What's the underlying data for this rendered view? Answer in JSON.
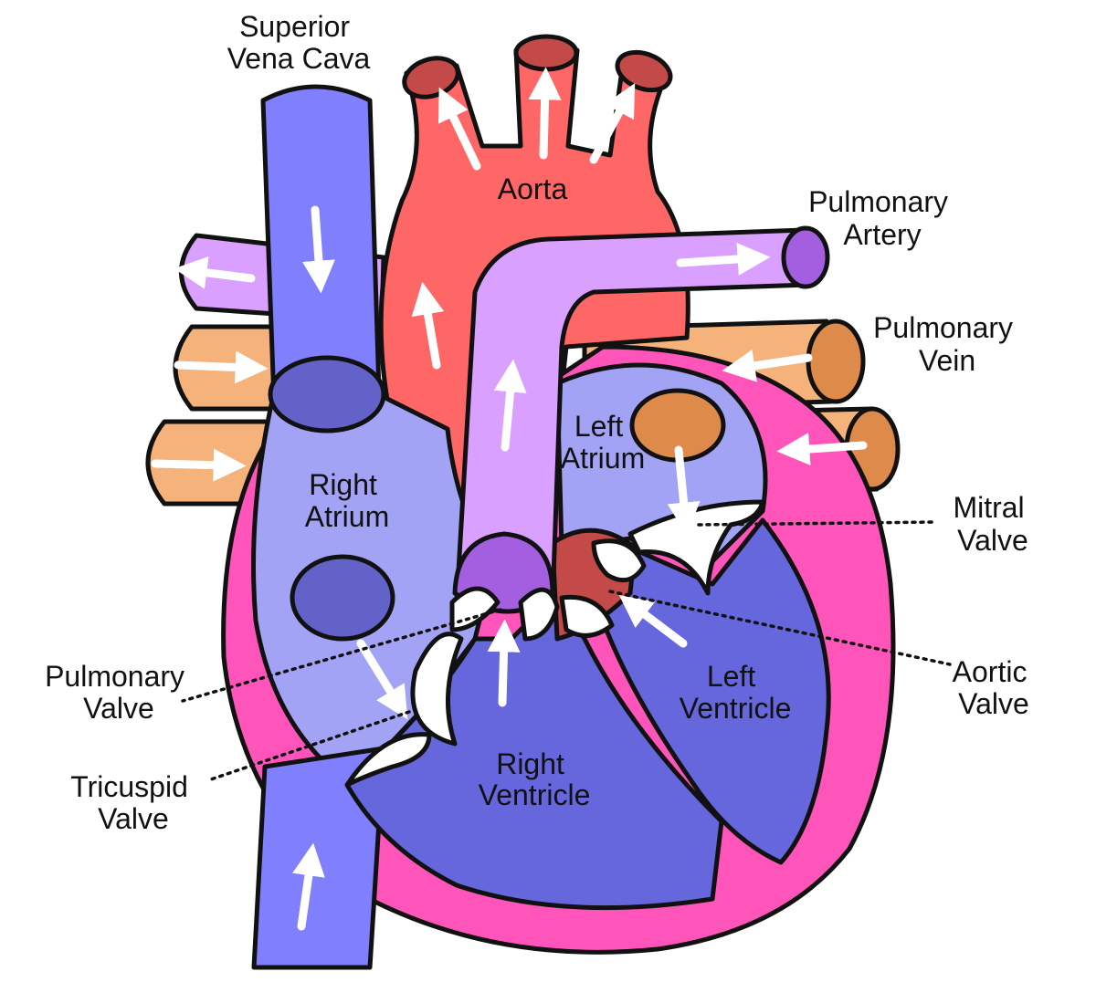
{
  "labels": {
    "superior_vena_cava": [
      "Superior",
      "Vena Cava"
    ],
    "aorta": [
      "Aorta"
    ],
    "pulmonary_artery": [
      "Pulmonary",
      "Artery"
    ],
    "pulmonary_vein": [
      "Pulmonary",
      "Vein"
    ],
    "left_atrium": [
      "Left",
      "Atrium"
    ],
    "right_atrium": [
      "Right",
      "Atrium"
    ],
    "mitral_valve": [
      "Mitral",
      "Valve"
    ],
    "aortic_valve": [
      "Aortic",
      "Valve"
    ],
    "pulmonary_valve": [
      "Pulmonary",
      "Valve"
    ],
    "tricuspid_valve": [
      "Tricuspid",
      "Valve"
    ],
    "right_ventricle": [
      "Right",
      "Ventricle"
    ],
    "left_ventricle": [
      "Left",
      "Ventricle"
    ]
  },
  "colors": {
    "vena_cava": "#8080ff",
    "vena_cava_dark": "#6262c8",
    "right_atrium": "#a3a3f5",
    "ventricle": "#6666dd",
    "aorta": "#ff6666",
    "aorta_dark": "#c44a4a",
    "pulmonary_artery": "#d9a0ff",
    "pulmonary_artery_dark": "#a35fe0",
    "pulmonary_vein": "#f5b27a",
    "pulmonary_vein_dark": "#dd8a4a",
    "myocardium": "#ff55bb",
    "outline": "#111111",
    "arrow": "#ffffff"
  }
}
